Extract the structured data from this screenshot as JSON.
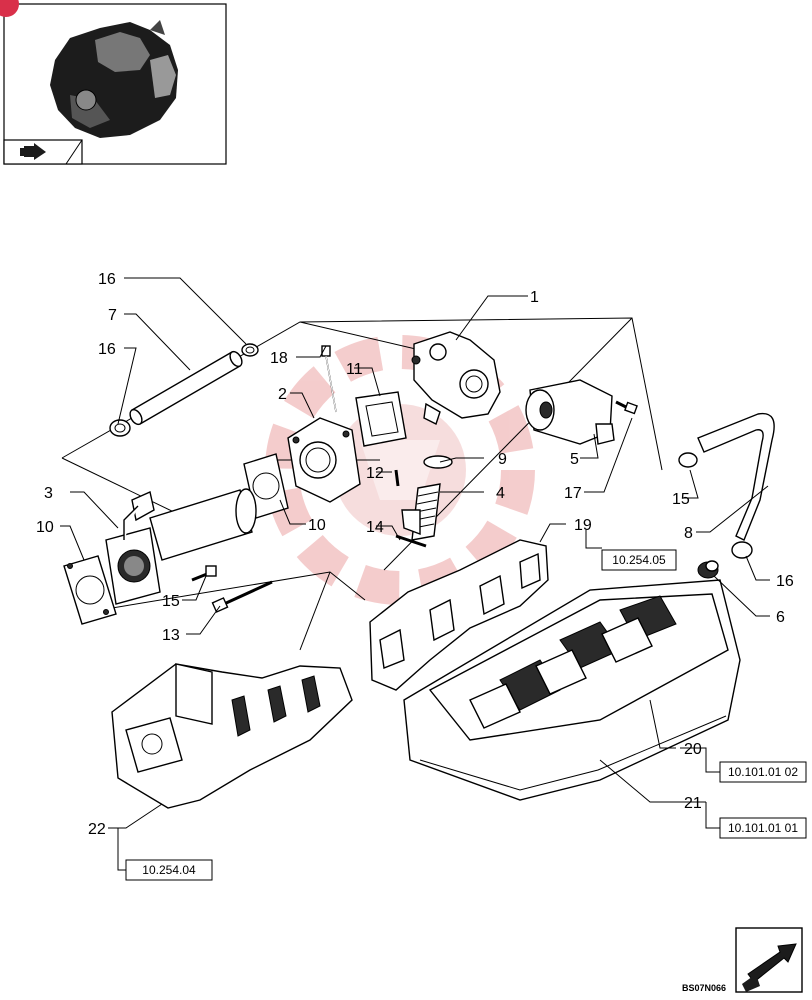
{
  "diagram": {
    "drawing_code": "BS07N066",
    "callouts": [
      "16",
      "7",
      "16",
      "18",
      "11",
      "1",
      "2",
      "12",
      "9",
      "5",
      "17",
      "3",
      "10",
      "10",
      "4",
      "14",
      "19",
      "15",
      "15",
      "8",
      "13",
      "16",
      "6",
      "20",
      "22",
      "21"
    ],
    "reference_boxes": [
      "10.254.05",
      "10.101.01 02",
      "10.101.01 01",
      "10.254.04"
    ]
  },
  "colors": {
    "ink": "#000000",
    "paper": "#ffffff",
    "watermark": "#e8a0a0",
    "badge": "#d9304a"
  },
  "icons": {
    "overview": "engine-overview-icon",
    "nav_back": "back-arrow-icon",
    "nav_next": "next-arrow-icon",
    "watermark": "watermark-gear-icon"
  }
}
